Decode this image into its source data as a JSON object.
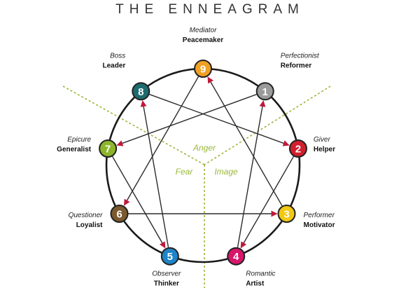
{
  "title": "THE ENNEAGRAM",
  "colors": {
    "circle": "#1a1a1a",
    "arrow": "#2b2b2b",
    "arrowhead": "#c0183a",
    "divider": "#9ab83a",
    "center_label": "#9ab83a",
    "number_text": "#ffffff"
  },
  "center_labels": [
    "Anger",
    "Fear",
    "Image"
  ],
  "points": [
    {
      "number": "1",
      "role": "Perfectionist",
      "name": "Reformer",
      "color": "#9b9b9b"
    },
    {
      "number": "2",
      "role": "Giver",
      "name": "Helper",
      "color": "#d0202e"
    },
    {
      "number": "3",
      "role": "Performer",
      "name": "Motivator",
      "color": "#f2c812"
    },
    {
      "number": "4",
      "role": "Romantic",
      "name": "Artist",
      "color": "#d6166a"
    },
    {
      "number": "5",
      "role": "Observer",
      "name": "Thinker",
      "color": "#1f84c8"
    },
    {
      "number": "6",
      "role": "Questioner",
      "name": "Loyalist",
      "color": "#7a5a2e"
    },
    {
      "number": "7",
      "role": "Epicure",
      "name": "Generalist",
      "color": "#8db52a"
    },
    {
      "number": "8",
      "role": "Boss",
      "name": "Leader",
      "color": "#1d6b6e"
    },
    {
      "number": "9",
      "role": "Mediator",
      "name": "Peacemaker",
      "color": "#f0a023"
    }
  ],
  "arrows": [
    {
      "from": "1",
      "to": "7"
    },
    {
      "from": "7",
      "to": "5"
    },
    {
      "from": "5",
      "to": "8"
    },
    {
      "from": "8",
      "to": "2"
    },
    {
      "from": "2",
      "to": "4"
    },
    {
      "from": "4",
      "to": "1"
    },
    {
      "from": "9",
      "to": "6"
    },
    {
      "from": "6",
      "to": "3"
    },
    {
      "from": "3",
      "to": "9"
    }
  ]
}
